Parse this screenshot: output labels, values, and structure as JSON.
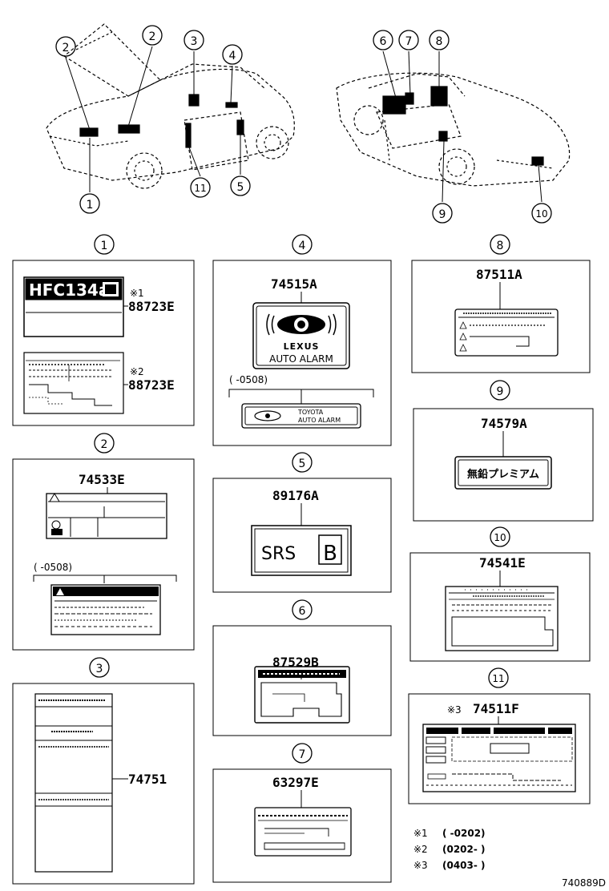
{
  "callouts": {
    "c1": "1",
    "c2": "2",
    "c3": "3",
    "c4": "4",
    "c5": "5",
    "c6": "6",
    "c7": "7",
    "c8": "8",
    "c9": "9",
    "c10": "10",
    "c11": "11"
  },
  "panels": {
    "p1": {
      "note1": "※1",
      "note2": "※2",
      "part1": "88723E",
      "part2": "88723E",
      "label_text": "HFC134a"
    },
    "p2": {
      "part": "74533E",
      "range": "(        -0508)"
    },
    "p3": {
      "part": "74751"
    },
    "p4": {
      "part": "74515A",
      "brand": "LEXUS",
      "label": "AUTO ALARM",
      "range": "(        -0508)",
      "alt_line1": "TOYOTA",
      "alt_line2": "AUTO ALARM"
    },
    "p5": {
      "part": "89176A",
      "srs": "SRS",
      "letter": "B"
    },
    "p6": {
      "part": "87529B"
    },
    "p7": {
      "part": "63297E"
    },
    "p8": {
      "part": "87511A"
    },
    "p9": {
      "part": "74579A",
      "label": "無鉛プレミアム"
    },
    "p10": {
      "part": "74541E"
    },
    "p11": {
      "note": "※3",
      "part": "74511F"
    }
  },
  "footnotes": [
    {
      "mark": "※1",
      "text": "(        -0202)"
    },
    {
      "mark": "※2",
      "text": "(0202-        )"
    },
    {
      "mark": "※3",
      "text": "(0403-        )"
    }
  ],
  "doc_code": "740889D"
}
